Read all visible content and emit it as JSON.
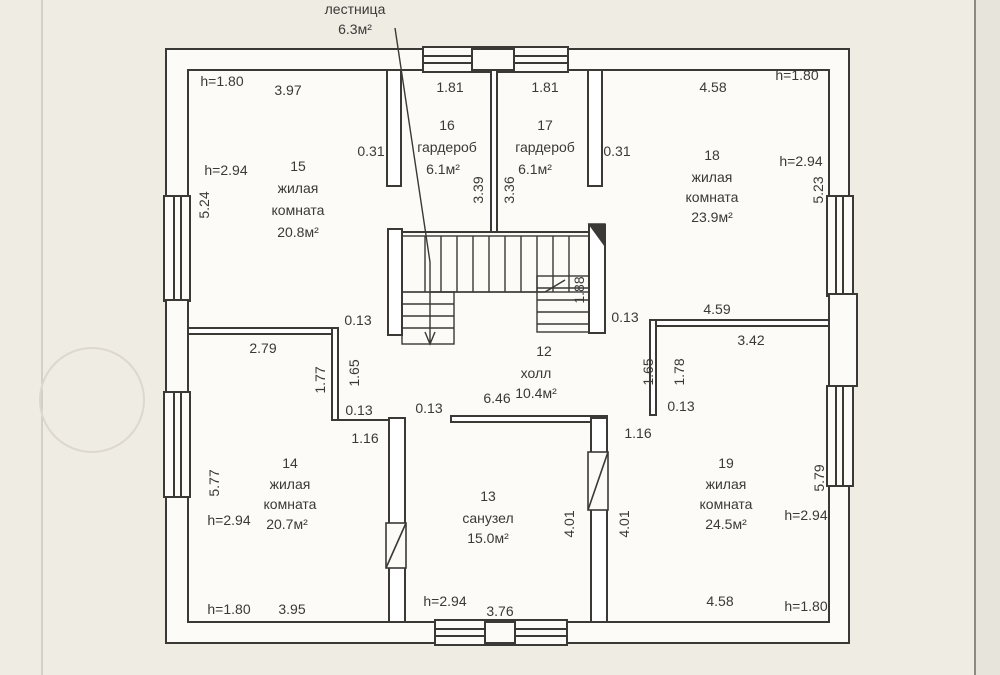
{
  "stair_label": {
    "name": "лестница",
    "area": "6.3м²"
  },
  "rooms": [
    {
      "num": "15",
      "name1": "жилая",
      "name2": "комната",
      "area": "20.8м²"
    },
    {
      "num": "16",
      "name1": "гардероб",
      "area": "6.1м²"
    },
    {
      "num": "17",
      "name1": "гардероб",
      "area": "6.1м²"
    },
    {
      "num": "18",
      "name1": "жилая",
      "name2": "комната",
      "area": "23.9м²"
    },
    {
      "num": "12",
      "name1": "холл",
      "area": "10.4м²"
    },
    {
      "num": "14",
      "name1": "жилая",
      "name2": "комната",
      "area": "20.7м²"
    },
    {
      "num": "13",
      "name1": "санузел",
      "area": "15.0м²"
    },
    {
      "num": "19",
      "name1": "жилая",
      "name2": "комната",
      "area": "24.5м²"
    }
  ],
  "dims": {
    "d397": "3.97",
    "d181a": "1.81",
    "d181b": "1.81",
    "d458a": "4.58",
    "d031a": "0.31",
    "d031b": "0.31",
    "d524": "5.24",
    "d523": "5.23",
    "d339": "3.39",
    "d336": "3.36",
    "d188": "1.88",
    "d013a": "0.13",
    "d013b": "0.13",
    "d013c": "0.13",
    "d013d": "0.13",
    "d013e": "0.13",
    "d459": "4.59",
    "d279": "2.79",
    "d342": "3.42",
    "d177": "1.77",
    "d165a": "1.65",
    "d165b": "1.65",
    "d178": "1.78",
    "d646": "6.46",
    "d116a": "1.16",
    "d116b": "1.16",
    "d577": "5.77",
    "d579": "5.79",
    "d401a": "4.01",
    "d401b": "4.01",
    "d395": "3.95",
    "d376": "3.76",
    "d458b": "4.58"
  },
  "heights": {
    "h1": "h=1.80",
    "h2": "h=1.80",
    "h3": "h=2.94",
    "h4": "h=2.94",
    "h5": "h=2.94",
    "h6": "h=2.94",
    "h7": "h=2.94",
    "h8": "h=1.80",
    "h9": "h=1.80"
  }
}
